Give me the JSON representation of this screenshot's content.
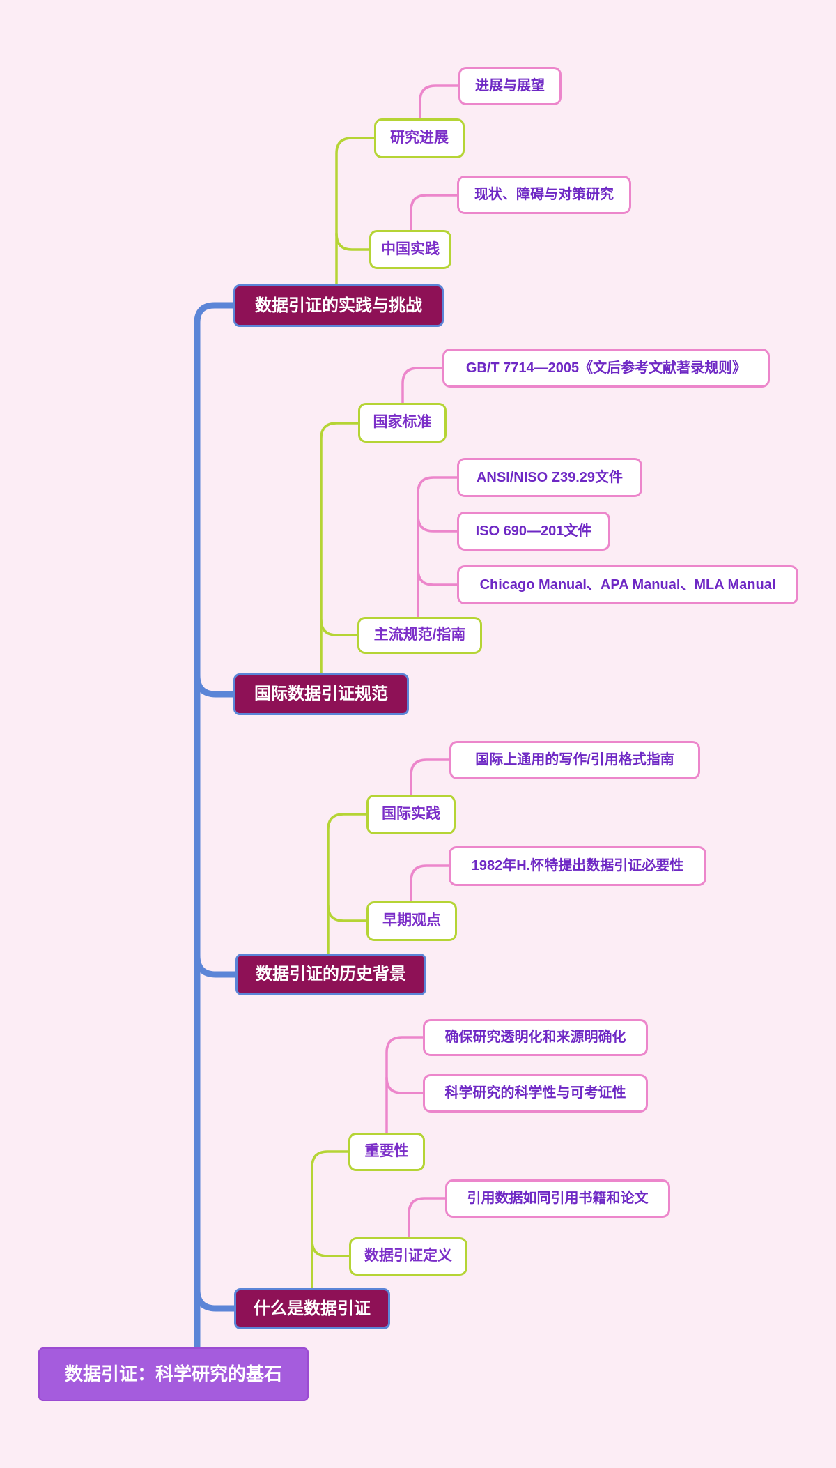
{
  "palette": {
    "background": "#FCEDF5",
    "trunk_blue": "#5B85D7",
    "main_node_fill": "#8E1156",
    "main_node_text": "#FFFFFF",
    "root_fill": "#A55CDD",
    "root_text": "#FFFFFF",
    "sub_node_border": "#B5D435",
    "sub_node_text": "#7B2EC8",
    "leaf_node_border": "#EC86CB",
    "leaf_node_text": "#6E28C4"
  },
  "mindmap": {
    "root": {
      "label": "数据引证：科学研究的基石"
    },
    "branches": [
      {
        "label": "数据引证的实践与挑战",
        "children": [
          {
            "label": "研究进展",
            "children": [
              {
                "label": "进展与展望"
              }
            ]
          },
          {
            "label": "中国实践",
            "children": [
              {
                "label": "现状、障碍与对策研究"
              }
            ]
          }
        ]
      },
      {
        "label": "国际数据引证规范",
        "children": [
          {
            "label": "国家标准",
            "children": [
              {
                "label": "GB/T 7714—2005《文后参考文献著录规则》"
              }
            ]
          },
          {
            "label": "主流规范/指南",
            "children": [
              {
                "label": "ANSI/NISO Z39.29文件"
              },
              {
                "label": "ISO 690—201文件"
              },
              {
                "label": "Chicago Manual、APA Manual、MLA Manual"
              }
            ]
          }
        ]
      },
      {
        "label": "数据引证的历史背景",
        "children": [
          {
            "label": "国际实践",
            "children": [
              {
                "label": "国际上通用的写作/引用格式指南"
              }
            ]
          },
          {
            "label": "早期观点",
            "children": [
              {
                "label": "1982年H.怀特提出数据引证必要性"
              }
            ]
          }
        ]
      },
      {
        "label": "什么是数据引证",
        "children": [
          {
            "label": "重要性",
            "children": [
              {
                "label": "确保研究透明化和来源明确化"
              },
              {
                "label": "科学研究的科学性与可考证性"
              }
            ]
          },
          {
            "label": "数据引证定义",
            "children": [
              {
                "label": "引用数据如同引用书籍和论文"
              }
            ]
          }
        ]
      }
    ]
  }
}
